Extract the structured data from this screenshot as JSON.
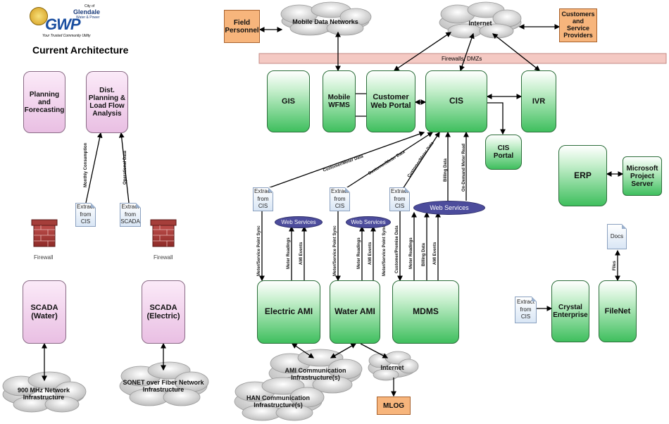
{
  "header": {
    "title": "Current Architecture",
    "logo_city": "City of",
    "logo_name": "Glendale",
    "logo_sub": "Water & Power",
    "logo_letters": "GWP",
    "logo_tagline": "Your Trusted Community Utility"
  },
  "left": {
    "planning": "Planning and Forecasting",
    "dist": "Dist. Planning & Load Flow Analysis",
    "label_monthly": "Monthly Consumption",
    "label_operational": "Operational Data",
    "extract_cis": "Extract from CIS",
    "extract_scada": "Extract from SCADA",
    "firewall1": "Firewall",
    "firewall2": "Firewall",
    "scada_water": "SCADA (Water)",
    "scada_electric": "SCADA (Electric)",
    "net_900": "900 MHz Network Infrastructure",
    "net_sonet": "SONET over Fiber Network Infrastructure"
  },
  "top": {
    "field_personnel": "Field Personnel",
    "mobile_data": "Mobile Data Networks",
    "internet": "Internet",
    "customers": "Customers and Service Providers",
    "firewalls": "Firewalls, DMZs"
  },
  "systems": {
    "gis": "GIS",
    "mobile_wfms": "Mobile WFMS",
    "customer_portal": "Customer Web Portal",
    "cis": "CIS",
    "ivr": "IVR",
    "cis_portal": "CIS Portal",
    "erp": "ERP",
    "ms_project": "Microsoft Project Server",
    "electric_ami": "Electric AMI",
    "water_ami": "Water AMI",
    "mdms": "MDMS",
    "crystal": "Crystal Enterprise",
    "filenet": "FileNet"
  },
  "labels": {
    "cust_meter_1": "Customer/Meter Data",
    "cust_meter_2": "Customer/Meter Data",
    "cust_meter_3": "Customer/Meter Data",
    "billing": "Billing Data",
    "on_demand": "On-Demand Meter Read",
    "web_services": "Web Services",
    "meter_point_sync_1": "Meter/Service Point Sync",
    "meter_readings_1": "Meter Readings",
    "ami_events_1": "AMI Events",
    "meter_point_sync_2": "Meter/Service Point Sync",
    "meter_readings_2": "Meter Readings",
    "ami_events_2": "AMI Events",
    "meter_point_sync_3": "Meter/Service Point Sync",
    "cust_premise": "Customer/Premise Data",
    "meter_readings_3": "Meter Readings",
    "billing_data_2": "Billing Data",
    "ami_events_3": "AMI Events",
    "files": "Files",
    "docs": "Docs",
    "extract_cis": "Extract from CIS"
  },
  "bottom": {
    "ami_comm": "AMI Communication Infrastructure(s)",
    "internet": "Internet",
    "han_comm": "HAN Communication Infrastructure(s)",
    "mlog": "MLOG"
  },
  "colors": {
    "green": "#3fbf5e",
    "pink": "#e9bfe3",
    "orange": "#f7b57c",
    "firewall_band": "#f4c9c3",
    "web_services": "#4c4c9c"
  }
}
